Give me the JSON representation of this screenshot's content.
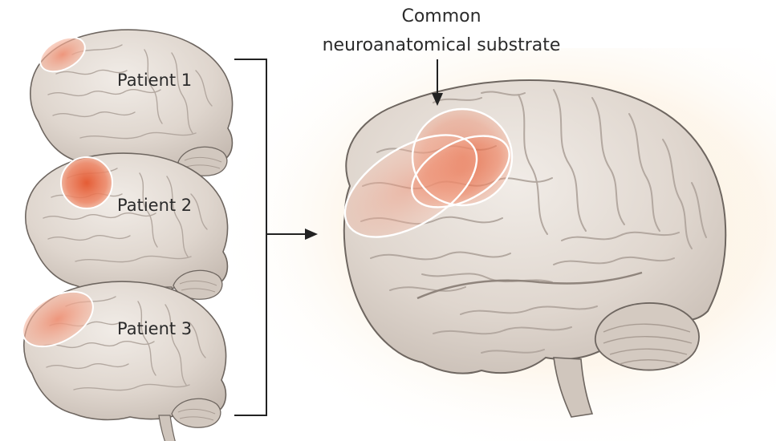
{
  "annotation": {
    "line1": "Common",
    "line2": "neuroanatomical substrate"
  },
  "patients": [
    {
      "label": "Patient 1"
    },
    {
      "label": "Patient 2"
    },
    {
      "label": "Patient 3"
    }
  ],
  "colors": {
    "brain_fill": "#ddd4cc",
    "brain_outline": "#6e6660",
    "sulci": "#b3a8a0",
    "lesion": "#ea7656",
    "lesion_ring": "#ffffff",
    "connector": "#222222",
    "background_glow": "#fcefd9"
  },
  "icons": {
    "main_arrow": "arrow-right-icon",
    "annotation_arrow": "arrow-down-icon"
  }
}
